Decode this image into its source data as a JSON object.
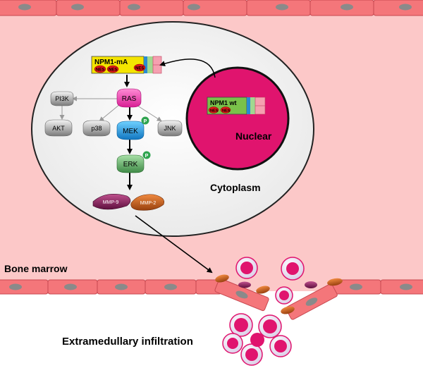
{
  "labels": {
    "cytoplasm": "Cytoplasm",
    "bone_marrow": "Bone marrow",
    "extramedullary": "Extramedullary infiltration",
    "nuclear": "Nuclear",
    "npm1_ma": "NPM1-mA",
    "npm1_wt": "NPM1 wt",
    "nes": "NES"
  },
  "pathway": {
    "ras": "RAS",
    "pi3k": "PI3K",
    "akt": "AKT",
    "p38": "p38",
    "mek": "MEK",
    "jnk": "JNK",
    "erk": "ERK",
    "mmp9": "MMP-9",
    "mmp2": "MMP-2",
    "phospho": "P"
  },
  "colors": {
    "vessel_bg": "#fcc8c8",
    "endothelium": "#f4767a",
    "nucleus": "#e0146e",
    "ras": "#f03ca8",
    "mek": "#1ca0e0",
    "erk": "#5aa860",
    "mmp9": "#8c1a5c",
    "mmp2": "#c8561a",
    "phospho": "#2fa44f",
    "npm_yellow": "#f4e400",
    "npm_green": "#7ac24a"
  }
}
